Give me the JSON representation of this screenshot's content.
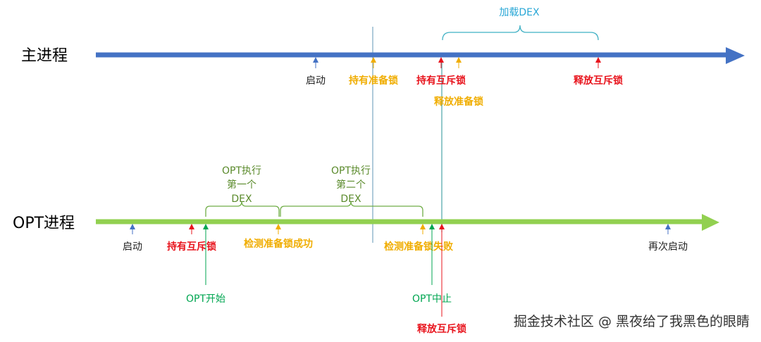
{
  "colors": {
    "main_line": "#4472c4",
    "opt_line": "#92d050",
    "black": "#222222",
    "orange": "#f0ad00",
    "red": "#e8141d",
    "dark_green": "#00a651",
    "olive": "#5a8a2b",
    "blue_marker": "#4472c4",
    "teal_divider": "#7aa6c2",
    "brace_main": "#3fb0c4",
    "brace_opt": "#70ad47"
  },
  "main_process": {
    "title": "主进程",
    "brace_label": "加载DEX",
    "events": {
      "start": "启动",
      "hold_prep_lock": "持有准备锁",
      "hold_mutex": "持有互斥锁",
      "release_prep_lock": "释放准备锁",
      "release_mutex": "释放互斥锁"
    }
  },
  "opt_process": {
    "title": "OPT进程",
    "brace1": [
      "OPT执行",
      "第一个",
      "DEX"
    ],
    "brace2": [
      "OPT执行",
      "第二个",
      "DEX"
    ],
    "events": {
      "start": "启动",
      "hold_mutex": "持有互斥锁",
      "prep_lock_success": "检测准备锁成功",
      "prep_lock_fail": "检测准备锁失败",
      "opt_begin": "OPT开始",
      "opt_abort": "OPT中止",
      "release_mutex": "释放互斥锁",
      "restart": "再次启动"
    }
  },
  "watermark": "掘金技术社区 @ 黑夜给了我黑色的眼睛"
}
